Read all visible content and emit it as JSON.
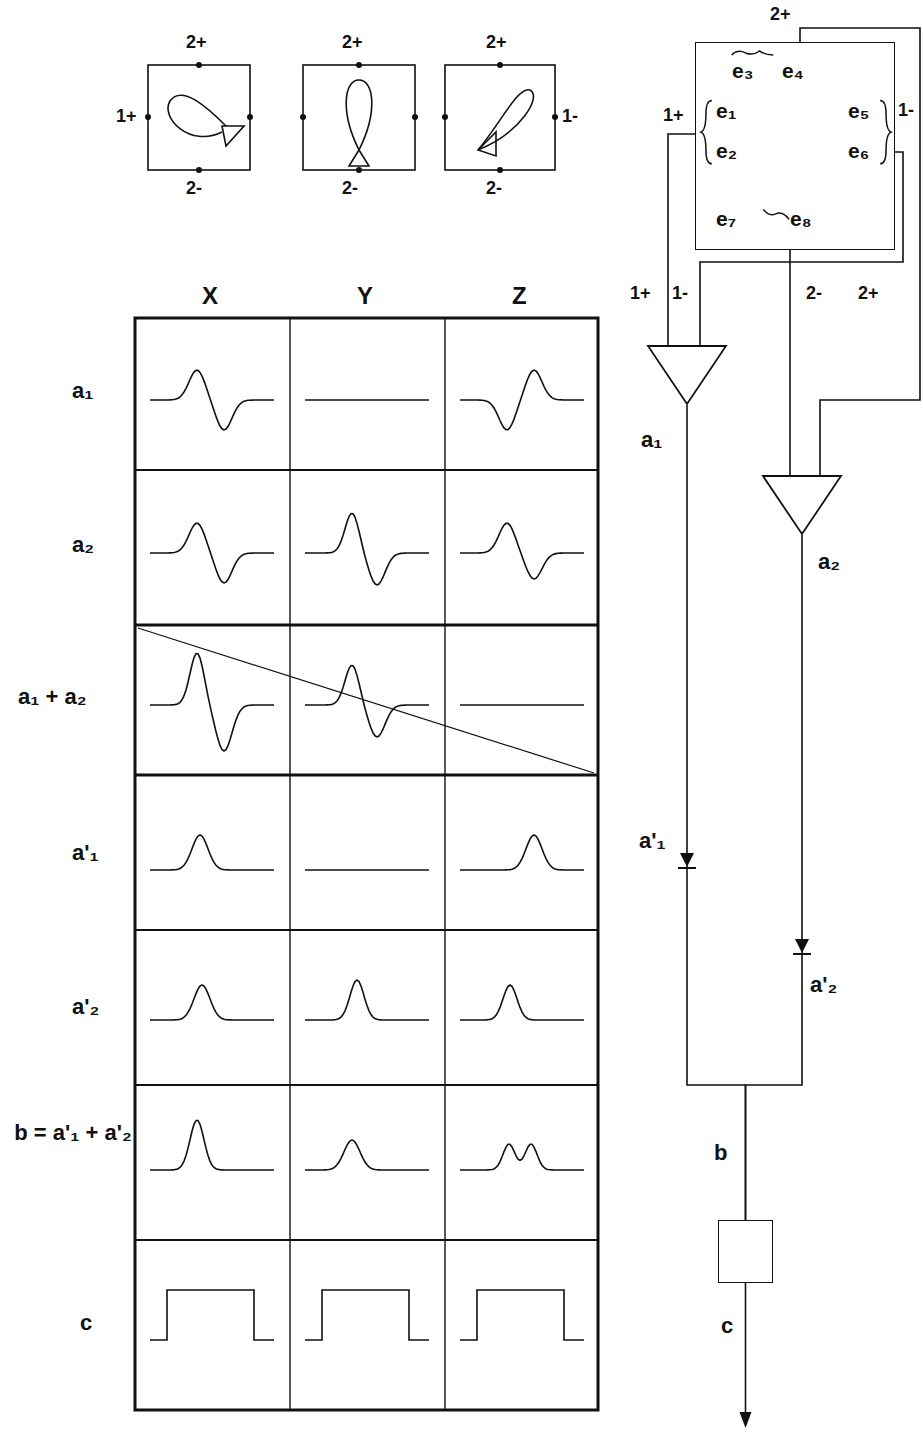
{
  "diagram": {
    "nodes": [
      {
        "text": [
          "e₃",
          "e₄",
          "e₁",
          "e₅",
          "e₂",
          "e₆",
          "e₇",
          "e₈"
        ]
      },
      {
        "text": [
          "a₁"
        ]
      },
      {
        "text": [
          "a₂"
        ]
      },
      {
        "text": [
          "a'₁"
        ]
      },
      {
        "text": [
          "a'₂"
        ]
      },
      {
        "text": [
          "c"
        ]
      }
    ],
    "edges": [
      {
        "from": 0,
        "to": 1,
        "arrow": "none",
        "label": "1+"
      },
      {
        "from": 0,
        "to": 1,
        "arrow": "none",
        "label": "1-"
      },
      {
        "from": 0,
        "to": 2,
        "arrow": "none",
        "label": "2-"
      },
      {
        "from": 0,
        "to": 2,
        "arrow": "none",
        "label": "2+"
      },
      {
        "from": 1,
        "to": 3,
        "arrow": "none"
      },
      {
        "from": 2,
        "to": 4,
        "arrow": "none"
      },
      {
        "from": 3,
        "to": 5,
        "arrow": "none"
      },
      {
        "from": 4,
        "to": 5,
        "arrow": "none"
      }
    ],
    "labels": [
      "2+",
      "2+",
      "2+",
      "1+",
      "1-",
      "2-",
      "2-",
      "2-",
      "X",
      "Y",
      "Z",
      "a₁",
      "a₂",
      "a₁ + a₂",
      "a'₁",
      "a'₂",
      "b = a'₁ + a'₂",
      "c",
      "2+",
      "1+",
      "1-",
      "b"
    ]
  }
}
